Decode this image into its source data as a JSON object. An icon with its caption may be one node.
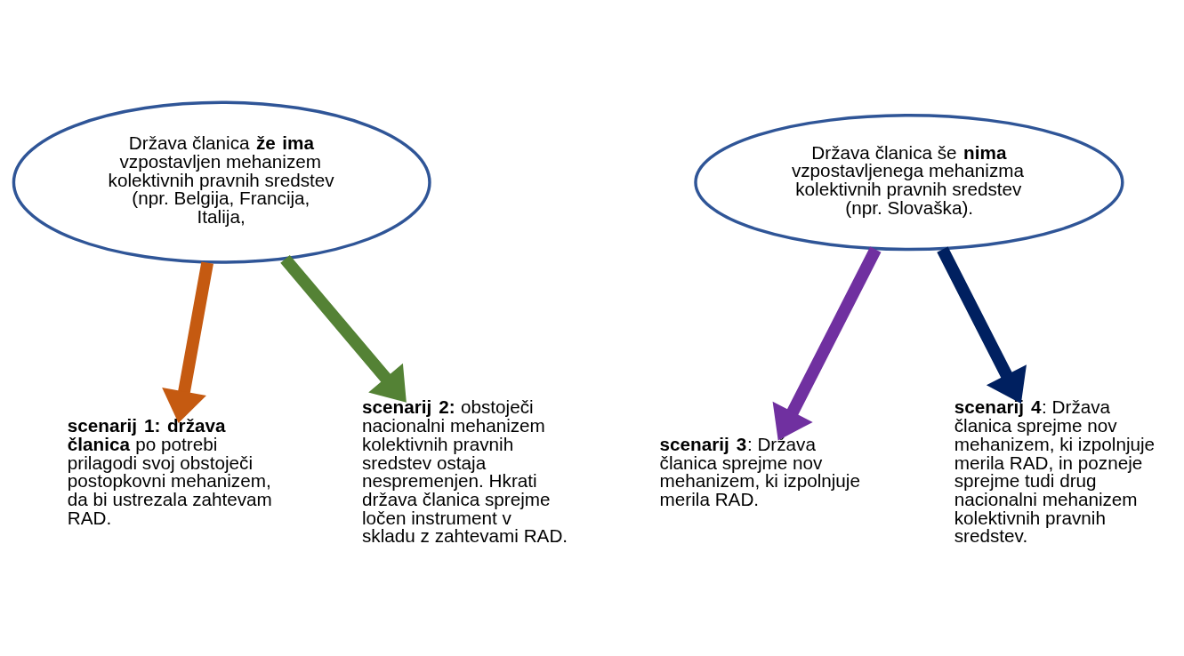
{
  "diagram": {
    "nodes": [
      {
        "text": [
          "Država članica **že ima** vzpostavljen mehanizem kolektivnih pravnih sredstev (npr. Belgija, Francija, Italija,"
        ]
      },
      {
        "text": [
          "Država članica še **nima** vzpostavljenega mehanizma kolektivnih pravnih sredstev (npr. Slovaška)."
        ]
      },
      {
        "text": [
          "**scenarij 1: država članica** po potrebi prilagodi svoj obstoječi postopkovni mehanizem, da bi ustrezala zahtevam RAD."
        ]
      },
      {
        "text": [
          "**scenarij 2:** obstoječi nacionalni mehanizem kolektivnih pravnih sredstev ostaja nespremenjen. Hkrati država članica sprejme ločen instrument v skladu z zahtevami RAD."
        ]
      },
      {
        "text": [
          "**scenarij 3**: Država članica sprejme nov mehanizem, ki izpolnjuje merila RAD."
        ]
      },
      {
        "text": [
          "**scenarij 4**: Država članica sprejme nov mehanizem, ki izpolnjuje merila RAD, in pozneje sprejme tudi drug nacionalni mehanizem kolektivnih pravnih sredstev."
        ]
      }
    ],
    "edges": [
      {
        "from": 0,
        "to": 2,
        "arrow": "to",
        "color": "#c55a11"
      },
      {
        "from": 0,
        "to": 3,
        "arrow": "to",
        "color": "#548235"
      },
      {
        "from": 1,
        "to": 4,
        "arrow": "to",
        "color": "#7030a0"
      },
      {
        "from": 1,
        "to": 5,
        "arrow": "to",
        "color": "#002060"
      }
    ]
  }
}
